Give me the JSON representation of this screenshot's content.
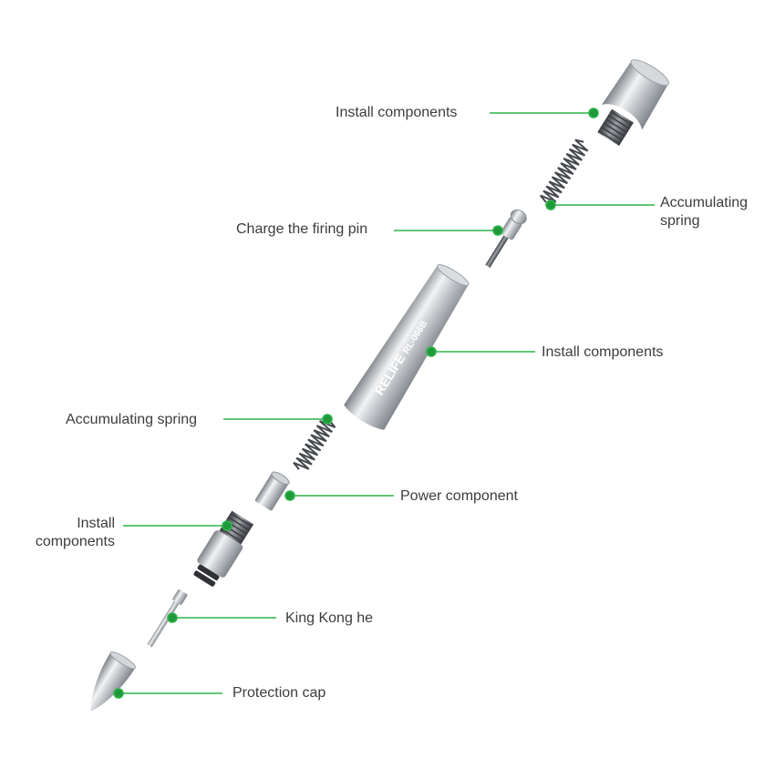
{
  "brand_text": "RELIFE",
  "model_text": "RL-066B",
  "colors": {
    "leader_line": "#2fb34a",
    "leader_dot": "#1f9a3b",
    "metal_dark": "#8e9399",
    "metal_light": "#eef0f2",
    "spring": "#4a4c50"
  },
  "labels": {
    "install_top": "Install components",
    "accum_spring_top_line1": "Accumulating",
    "accum_spring_top_line2": "spring",
    "charge_firing_pin": "Charge the firing pin",
    "install_body": "Install components",
    "accum_spring_mid": "Accumulating spring",
    "power_component": "Power component",
    "install_lower_line1": "Install",
    "install_lower_line2": "components",
    "king_kong": "King Kong he",
    "protection_cap": "Protection cap"
  }
}
